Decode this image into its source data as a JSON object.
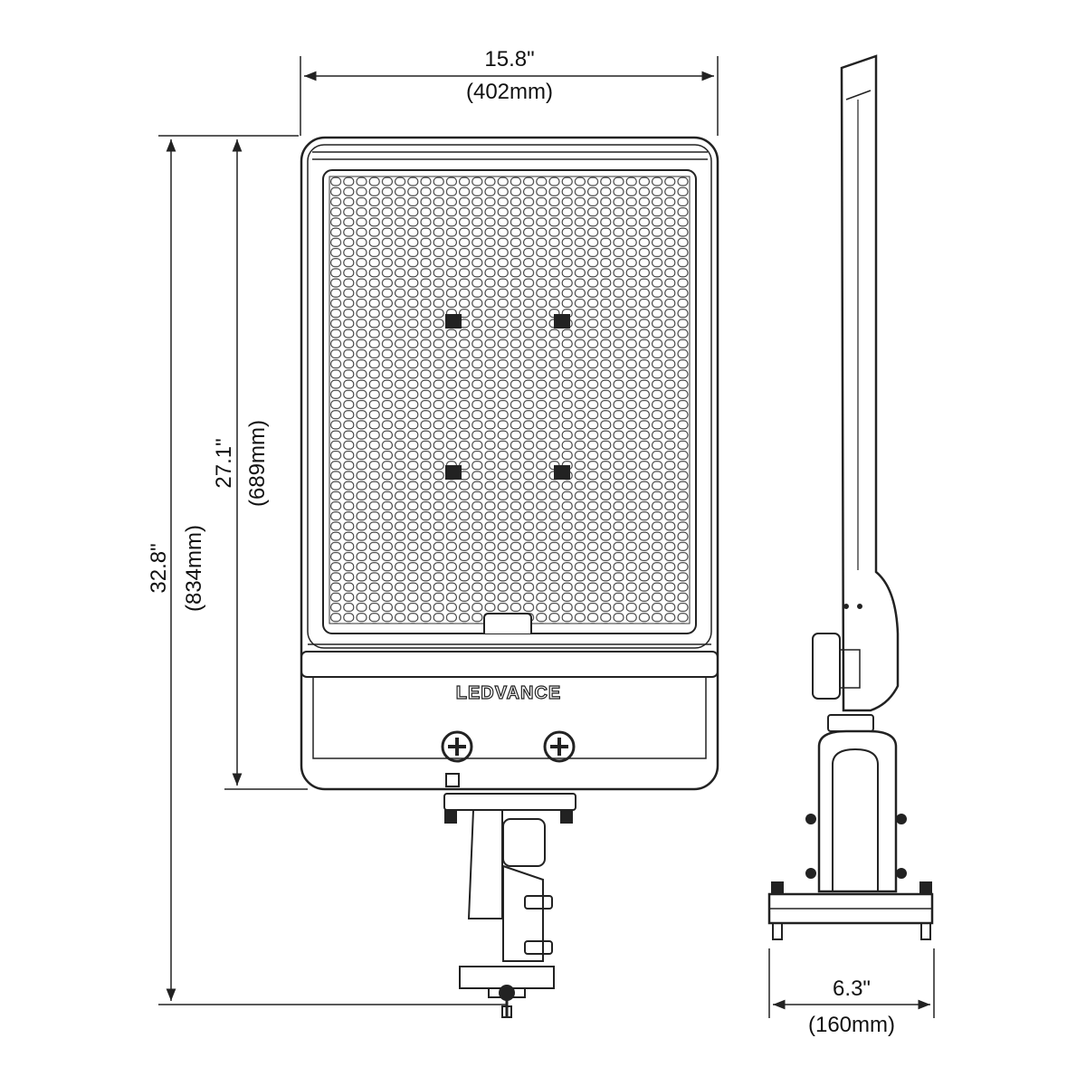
{
  "dimensions": {
    "width": {
      "imperial": "15.8\"",
      "metric": "(402mm)"
    },
    "overall_height": {
      "imperial": "32.8\"",
      "metric": "(834mm)"
    },
    "fixture_height": {
      "imperial": "27.1\"",
      "metric": "(689mm)"
    },
    "depth": {
      "imperial": "6.3\"",
      "metric": "(160mm)"
    }
  },
  "brand": {
    "logo_text": "LEDVANCE"
  },
  "colors": {
    "line": "#222222",
    "background": "#ffffff"
  }
}
